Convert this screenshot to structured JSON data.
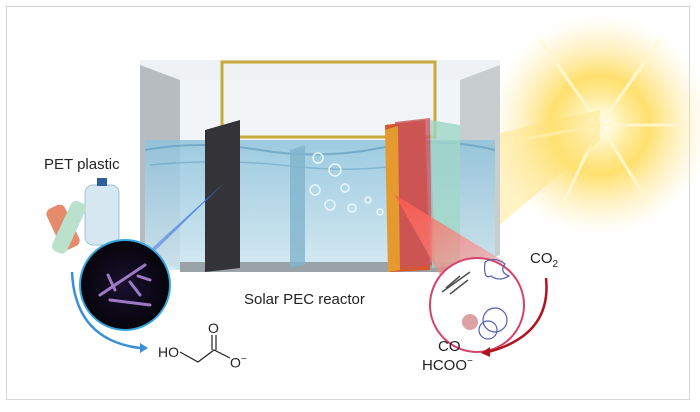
{
  "labels": {
    "pet_plastic": "PET plastic",
    "reactor": "Solar PEC reactor"
  },
  "anode_product": {
    "ho": "HO",
    "o_top": "O",
    "o_minus": "O",
    "charge": "−"
  },
  "cathode": {
    "reactant": "CO",
    "reactant_sub": "2",
    "product_1": "CO",
    "product_2": "HCOO",
    "product_2_charge": "−"
  },
  "colors": {
    "water": "#a9d3e6",
    "wire": "#c9a93a",
    "anode_arrow": "#3a8fdc",
    "cathode_arrow": "#b0141e",
    "cathode_circle": "#d4436b",
    "sun": "#ffd84a"
  }
}
